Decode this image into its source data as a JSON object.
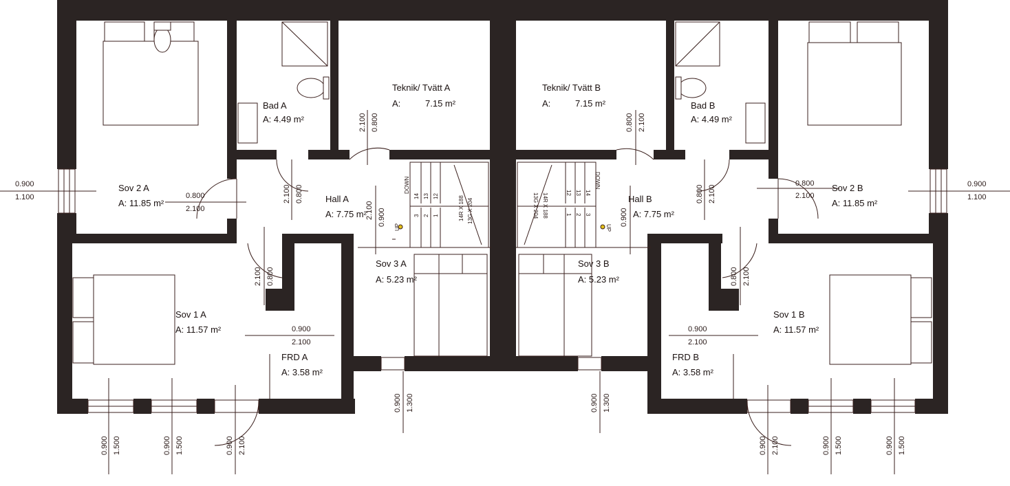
{
  "rooms": {
    "sov2a_name": "Sov 2 A",
    "sov2a_area": "A: 11.85 m²",
    "bada_name": "Bad A",
    "bada_area": "A: 4.49 m²",
    "teka_name": "Teknik/ Tvätt A",
    "teka_area_label": "A:",
    "teka_area": "7.15 m²",
    "halla_name": "Hall A",
    "halla_area": "A: 7.75 m²",
    "sov3a_name": "Sov 3 A",
    "sov3a_area": "A: 5.23 m²",
    "sov1a_name": "Sov 1 A",
    "sov1a_area": "A: 11.57 m²",
    "frda_name": "FRD A",
    "frda_area": "A: 3.58 m²",
    "tekb_name": "Teknik/ Tvätt B",
    "tekb_area_label": "A:",
    "tekb_area": "7.15 m²",
    "badb_name": "Bad B",
    "badb_area": "A: 4.49 m²",
    "sov2b_name": "Sov 2 B",
    "sov2b_area": "A: 11.85 m²",
    "hallb_name": "Hall B",
    "hallb_area": "A: 7.75 m²",
    "sov3b_name": "Sov 3 B",
    "sov3b_area": "A: 5.23 m²",
    "sov1b_name": "Sov 1 B",
    "sov1b_area": "A: 11.57 m²",
    "frdb_name": "FRD B",
    "frdb_area": "A: 3.58 m²"
  },
  "dims": {
    "d0900": "0.900",
    "d1100": "1.100",
    "d0800": "0.800",
    "d2100": "2.100",
    "d1300": "1.300",
    "d1500": "1.500"
  },
  "stairs": {
    "down": "DOWN",
    "up": "UP",
    "n14": "14",
    "n13": "13",
    "n12": "12",
    "n3": "3",
    "n2": "2",
    "n1": "1",
    "riser_a": "14R X 188",
    "going_a": "13G X 204",
    "riser_b": "14R X 188",
    "going_b": "13G X 204"
  },
  "colors": {
    "wall": "#2b2423",
    "line": "#3a1f1c",
    "text": "#1a1110"
  }
}
